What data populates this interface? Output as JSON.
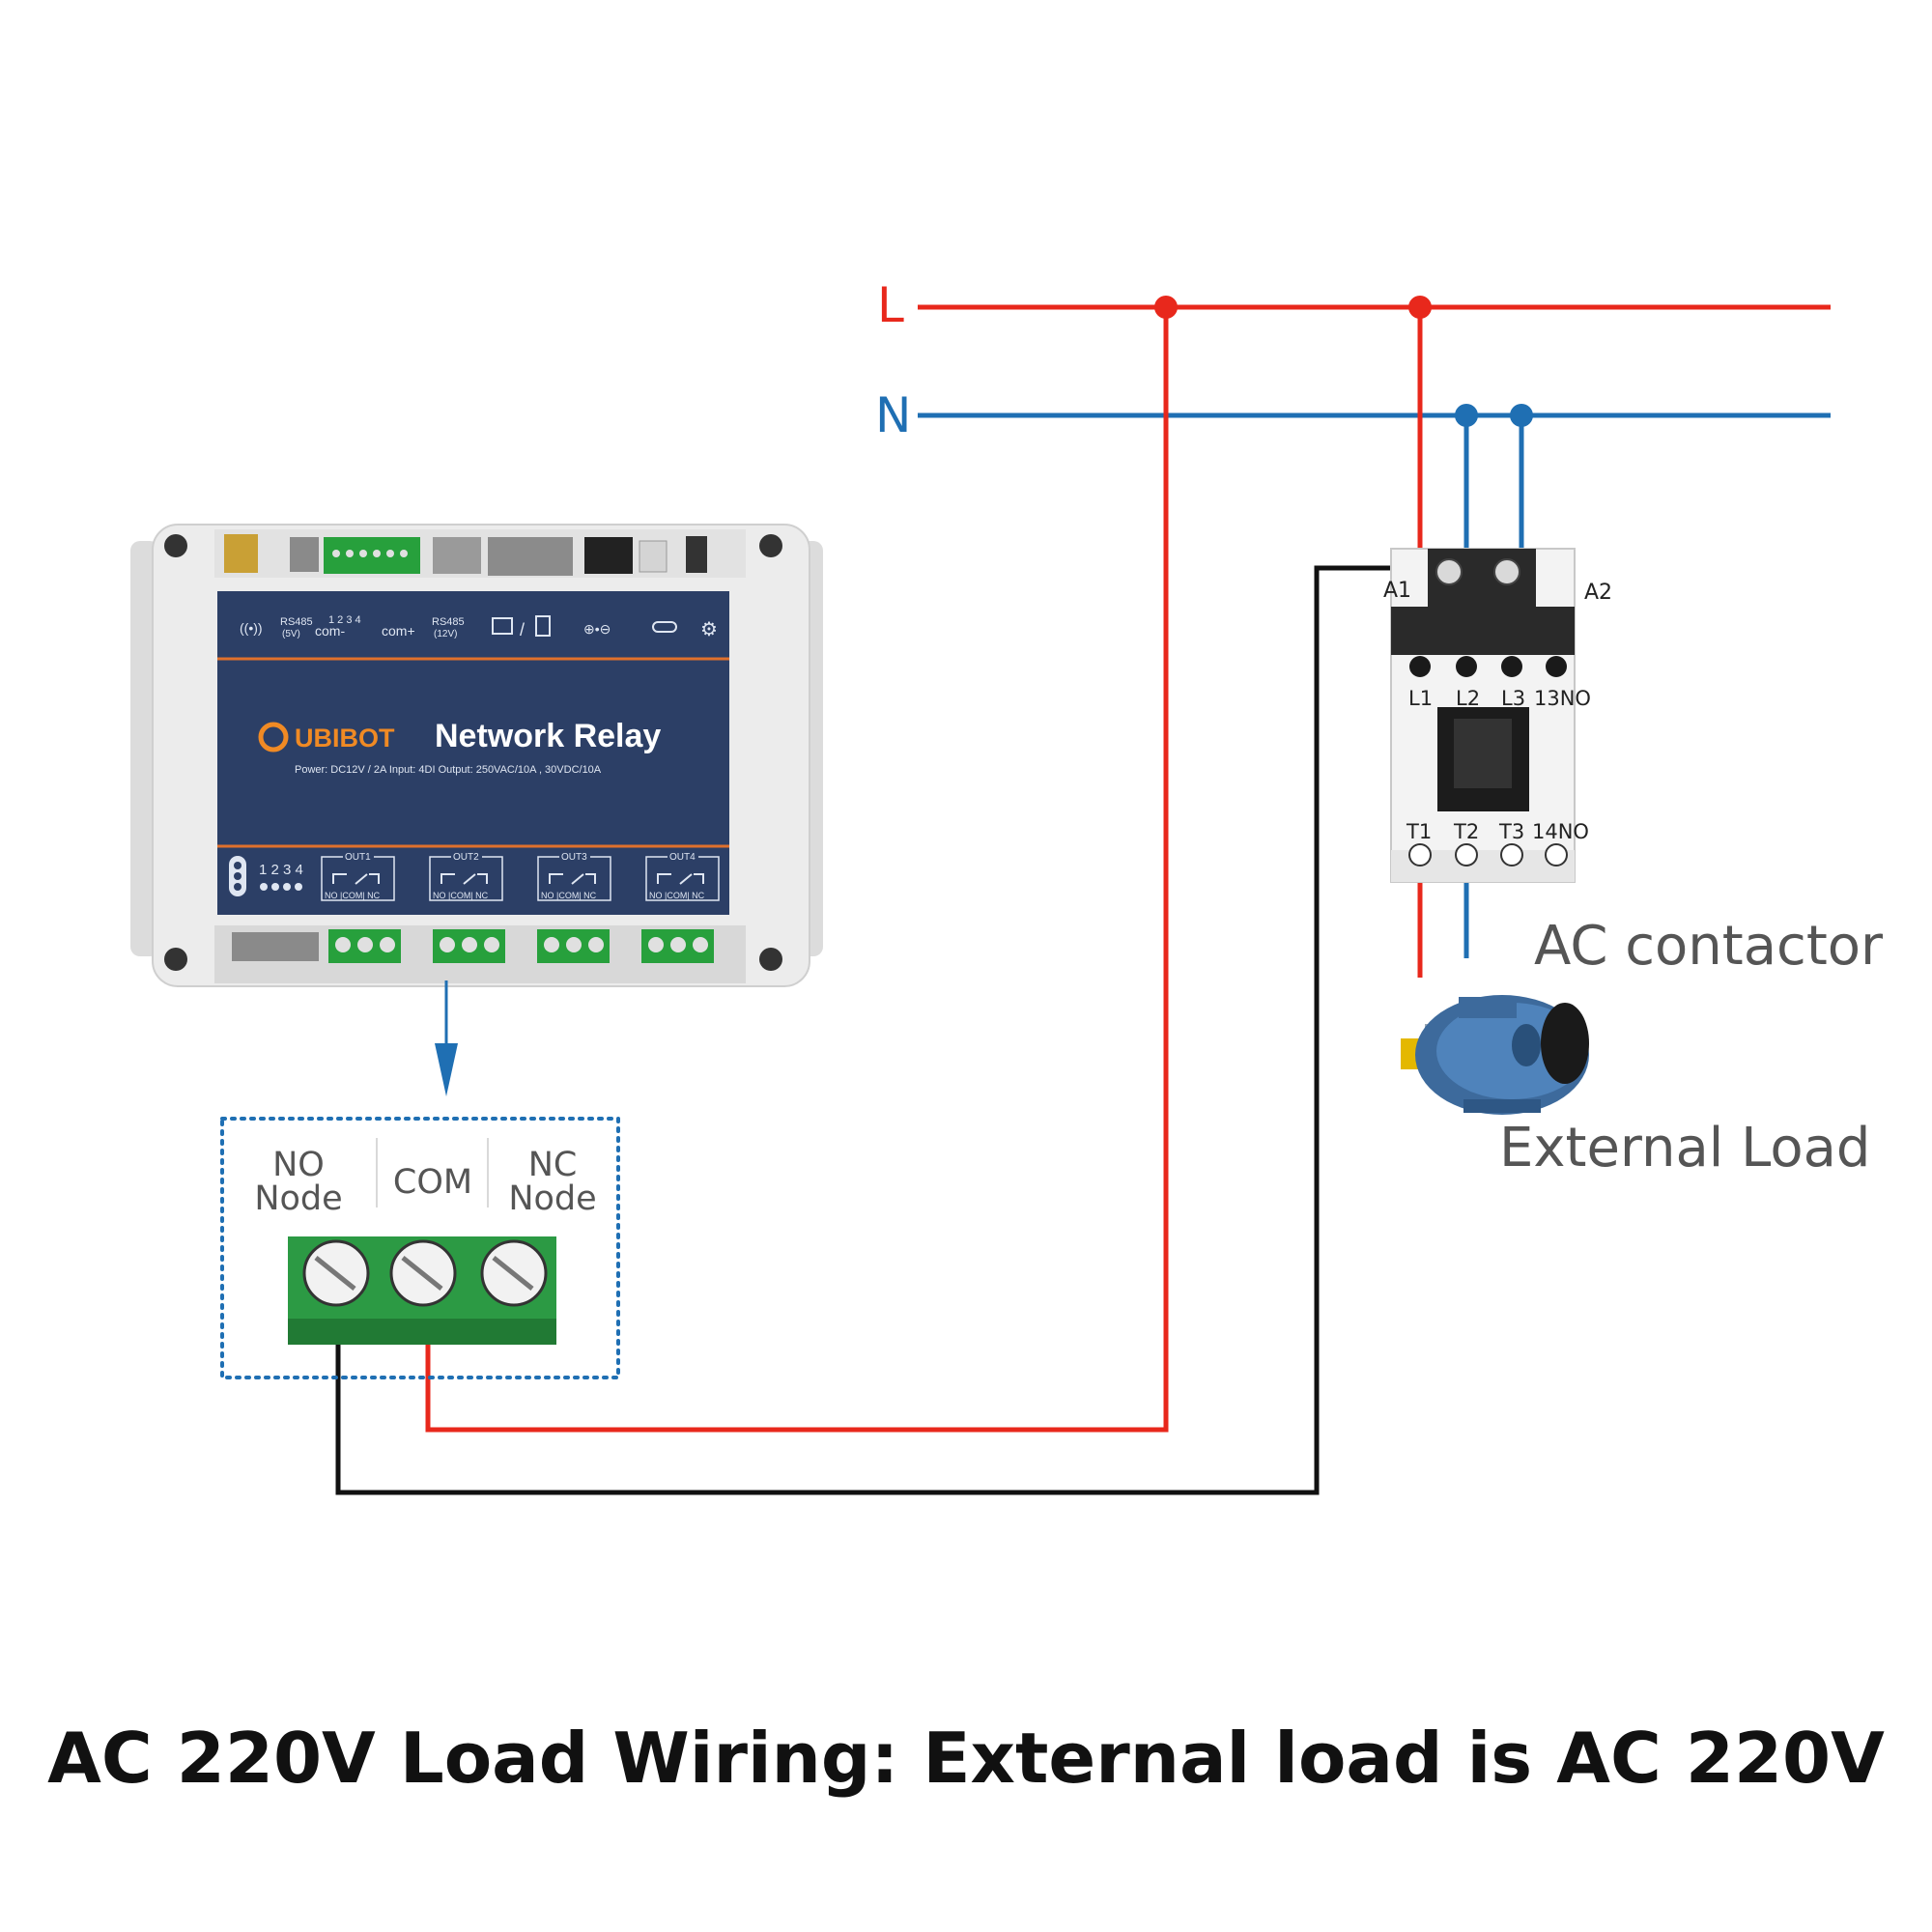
{
  "bus": {
    "line_label": "L",
    "neutral_label": "N",
    "line_color": "#e8281c",
    "neutral_color": "#1f6fb3"
  },
  "relay": {
    "brand": "UBIBOT",
    "product": "Network Relay",
    "specs": "Power: DC12V / 2A   Input: 4DI   Output: 250VAC/10A , 30VDC/10A",
    "top_labels": {
      "rs485_5v": "RS485",
      "rs485_5v_sub": "(5V)",
      "com_minus": "com-",
      "inputs": "1 2 3 4",
      "com_plus": "com+",
      "rs485_12v": "RS485",
      "rs485_12v_sub": "(12V)"
    },
    "di_numbers": "1 2 3 4",
    "outputs": [
      {
        "name": "OUT1",
        "terms": "NO |COM| NC"
      },
      {
        "name": "OUT2",
        "terms": "NO |COM| NC"
      },
      {
        "name": "OUT3",
        "terms": "NO |COM| NC"
      },
      {
        "name": "OUT4",
        "terms": "NO |COM| NC"
      }
    ]
  },
  "terminal": {
    "no_line1": "NO",
    "no_line2": "Node",
    "com": "COM",
    "nc_line1": "NC",
    "nc_line2": "Node"
  },
  "contactor": {
    "a1": "A1",
    "a2": "A2",
    "top_terms": [
      "L1",
      "L2",
      "L3",
      "13NO"
    ],
    "bottom_terms": [
      "T1",
      "T2",
      "T3",
      "14NO"
    ],
    "label": "AC contactor"
  },
  "load": {
    "label": "External Load"
  },
  "caption": "AC 220V Load Wiring: External load is AC 220V"
}
